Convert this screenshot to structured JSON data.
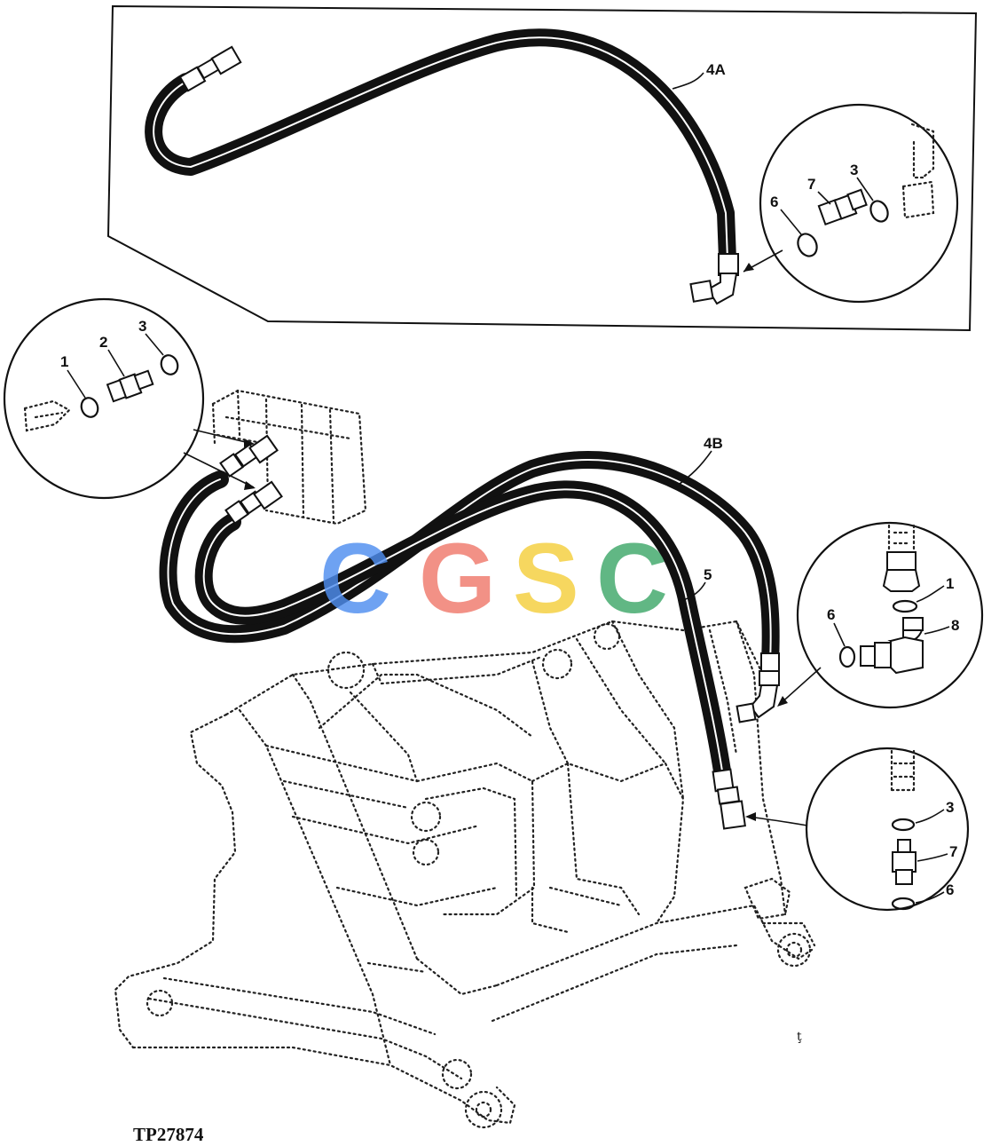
{
  "figure_id": "TP27874",
  "stray_mark": "ţ",
  "watermark": {
    "letters": [
      "C",
      "G",
      "S",
      "C"
    ],
    "colors": [
      "#4f8ef0",
      "#f07a6c",
      "#f5cf3c",
      "#3fa86a"
    ]
  },
  "callouts": {
    "hose_4a": "4A",
    "hose_4b": "4B",
    "hose_5": "5",
    "top_detail": {
      "ring_6": "6",
      "fitting_7": "7",
      "ring_3": "3"
    },
    "left_detail": {
      "ring_1": "1",
      "fitting_2": "2",
      "ring_3": "3"
    },
    "right_upper_detail": {
      "ring_1": "1",
      "ring_6": "6",
      "elbow_8": "8"
    },
    "right_lower_detail": {
      "ring_3": "3",
      "fitting_7": "7",
      "ring_6": "6"
    }
  },
  "colors": {
    "line": "#111111",
    "background": "#ffffff"
  }
}
